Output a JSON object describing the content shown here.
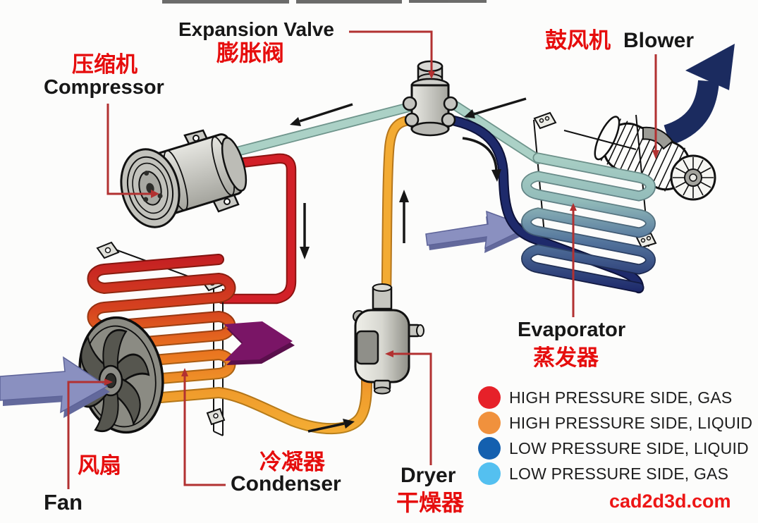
{
  "labels": {
    "expansion_valve": {
      "en": "Expansion Valve",
      "zh": "膨胀阀"
    },
    "compressor": {
      "en": "Compressor",
      "zh": "压缩机"
    },
    "blower": {
      "en": "Blower",
      "zh": "鼓风机"
    },
    "evaporator": {
      "en": "Evaporator",
      "zh": "蒸发器"
    },
    "condenser": {
      "en": "Condenser",
      "zh": "冷凝器"
    },
    "dryer": {
      "en": "Dryer",
      "zh": "干燥器"
    },
    "fan": {
      "en": "Fan",
      "zh": "风扇"
    }
  },
  "legend": {
    "items": [
      {
        "label": "HIGH PRESSURE SIDE, GAS",
        "color": "#e62129"
      },
      {
        "label": "HIGH PRESSURE SIDE, LIQUID",
        "color": "#f0913d"
      },
      {
        "label": "LOW PRESSURE SIDE, LIQUID",
        "color": "#1460af"
      },
      {
        "label": "LOW PRESSURE SIDE, GAS",
        "color": "#54c0f0"
      }
    ]
  },
  "watermark": "cad2d3d.com",
  "colors": {
    "high_gas_pipe": "#d22028",
    "high_liquid_pipe": "#f3ab33",
    "low_liquid_pipe": "#1e2a6b",
    "low_gas_pipe": "#abd1c6",
    "leader_line": "#b23131",
    "label_red": "#e60d0d"
  }
}
